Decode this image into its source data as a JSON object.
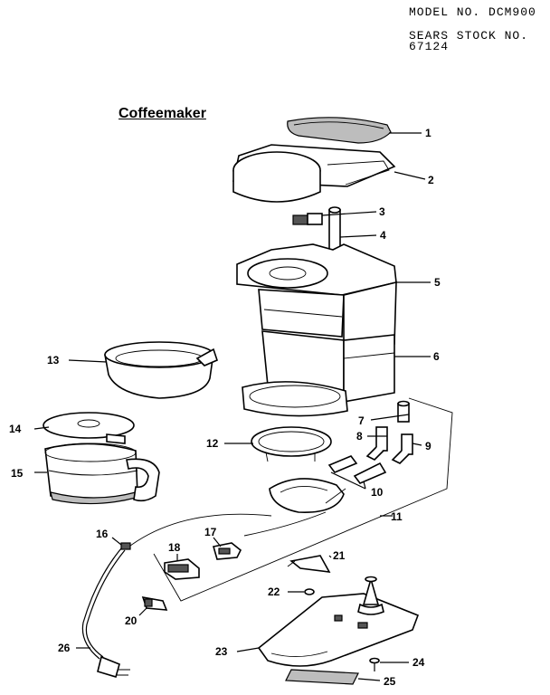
{
  "header": {
    "model": "MODEL NO. DCM900",
    "sears_line": "SEARS STOCK NO.",
    "stock_no": "67124"
  },
  "title": "Coffeemaker",
  "callouts": [
    "1",
    "2",
    "3",
    "4",
    "5",
    "6",
    "7",
    "8",
    "9",
    "10",
    "11",
    "12",
    "13",
    "14",
    "15",
    "16",
    "17",
    "18",
    "20",
    "21",
    "22",
    "23",
    "24",
    "25",
    "26"
  ]
}
